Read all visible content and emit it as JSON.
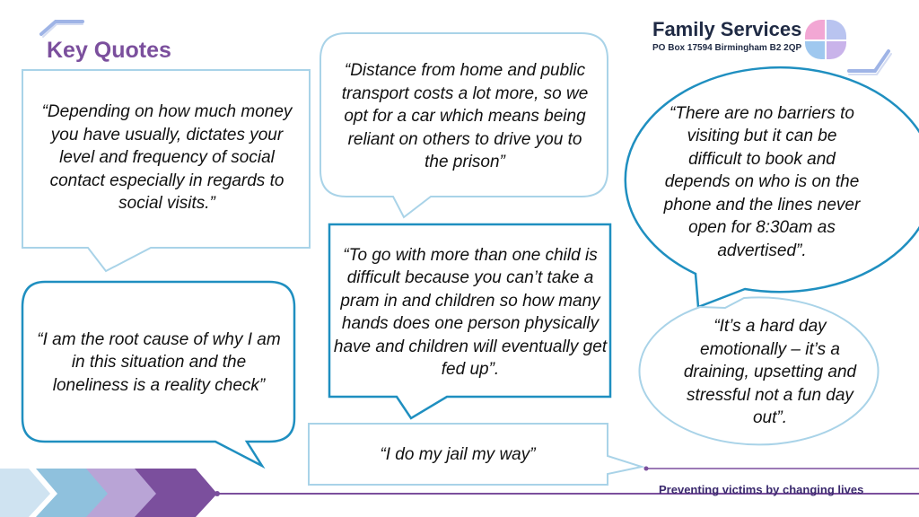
{
  "header": {
    "title": "Key Quotes"
  },
  "brand": {
    "name": "Family Services",
    "address": "PO Box 17594  Birmingham  B2 2QP",
    "logo_colors": [
      "#f2a7d4",
      "#b9c4f0",
      "#9fc8ef",
      "#c9b3ea"
    ]
  },
  "quotes": [
    {
      "text": "“Depending on how much money you have usually, dictates your level and frequency of social contact especially in regards to social visits.”"
    },
    {
      "text": "“Distance from home and public transport costs a lot more, so we opt for a car which means being reliant on others to drive you to the prison”"
    },
    {
      "text": "“There are no barriers to visiting but it can be difficult to book and depends on who is on the phone and the lines never open for 8:30am as advertised”."
    },
    {
      "text": "“To go with more than one child is difficult because you can’t take a pram in and children so how many hands does one person physically have and children will eventually get fed up”."
    },
    {
      "text": "“I am the root cause of why I am in this situation and the loneliness is a reality check”"
    },
    {
      "text": "“It’s a hard day emotionally – it’s a draining, upsetting and stressful not a fun day out”."
    },
    {
      "text": "“I do my jail my way”"
    }
  ],
  "footer": {
    "tagline": "Preventing victims by changing lives"
  },
  "colors": {
    "title": "#7b4f9d",
    "bubble_light": "#a9d3e8",
    "bubble_dark": "#1f8fc0",
    "footer_purple": "#7b4f9d",
    "footer_blue": "#8fc1dd"
  }
}
